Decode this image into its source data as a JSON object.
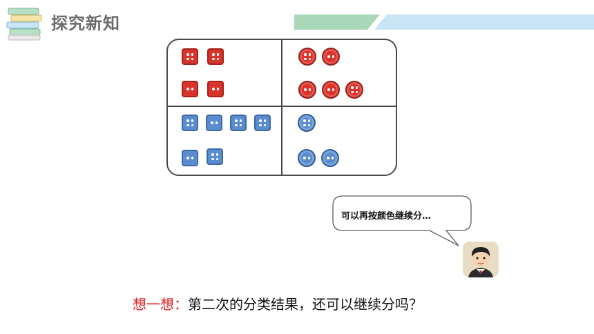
{
  "header": {
    "title": "探究新知",
    "icon": "books-icon",
    "band_colors": [
      "#a9d7b8",
      "#c8e4f6"
    ]
  },
  "board": {
    "quadrants": [
      {
        "position": "top-left",
        "shape": "square",
        "color": "red",
        "rows": [
          2,
          2
        ]
      },
      {
        "position": "top-right",
        "shape": "round",
        "color": "red",
        "rows": [
          2,
          3
        ]
      },
      {
        "position": "bottom-left",
        "shape": "square",
        "color": "blue",
        "rows": [
          4,
          2
        ]
      },
      {
        "position": "bottom-right",
        "shape": "round",
        "color": "blue",
        "rows": [
          1,
          2
        ]
      }
    ],
    "colors": {
      "red": "#d9342c",
      "blue": "#5b8ccd",
      "border": "#4a4a4a"
    }
  },
  "speech_bubble": {
    "text": "可以再按颜色继续分…"
  },
  "avatar": {
    "icon": "boy-avatar-icon"
  },
  "prompt": {
    "label": "想一想：",
    "question": "第二次的分类结果，还可以继续分吗？",
    "label_color": "#e02020"
  }
}
